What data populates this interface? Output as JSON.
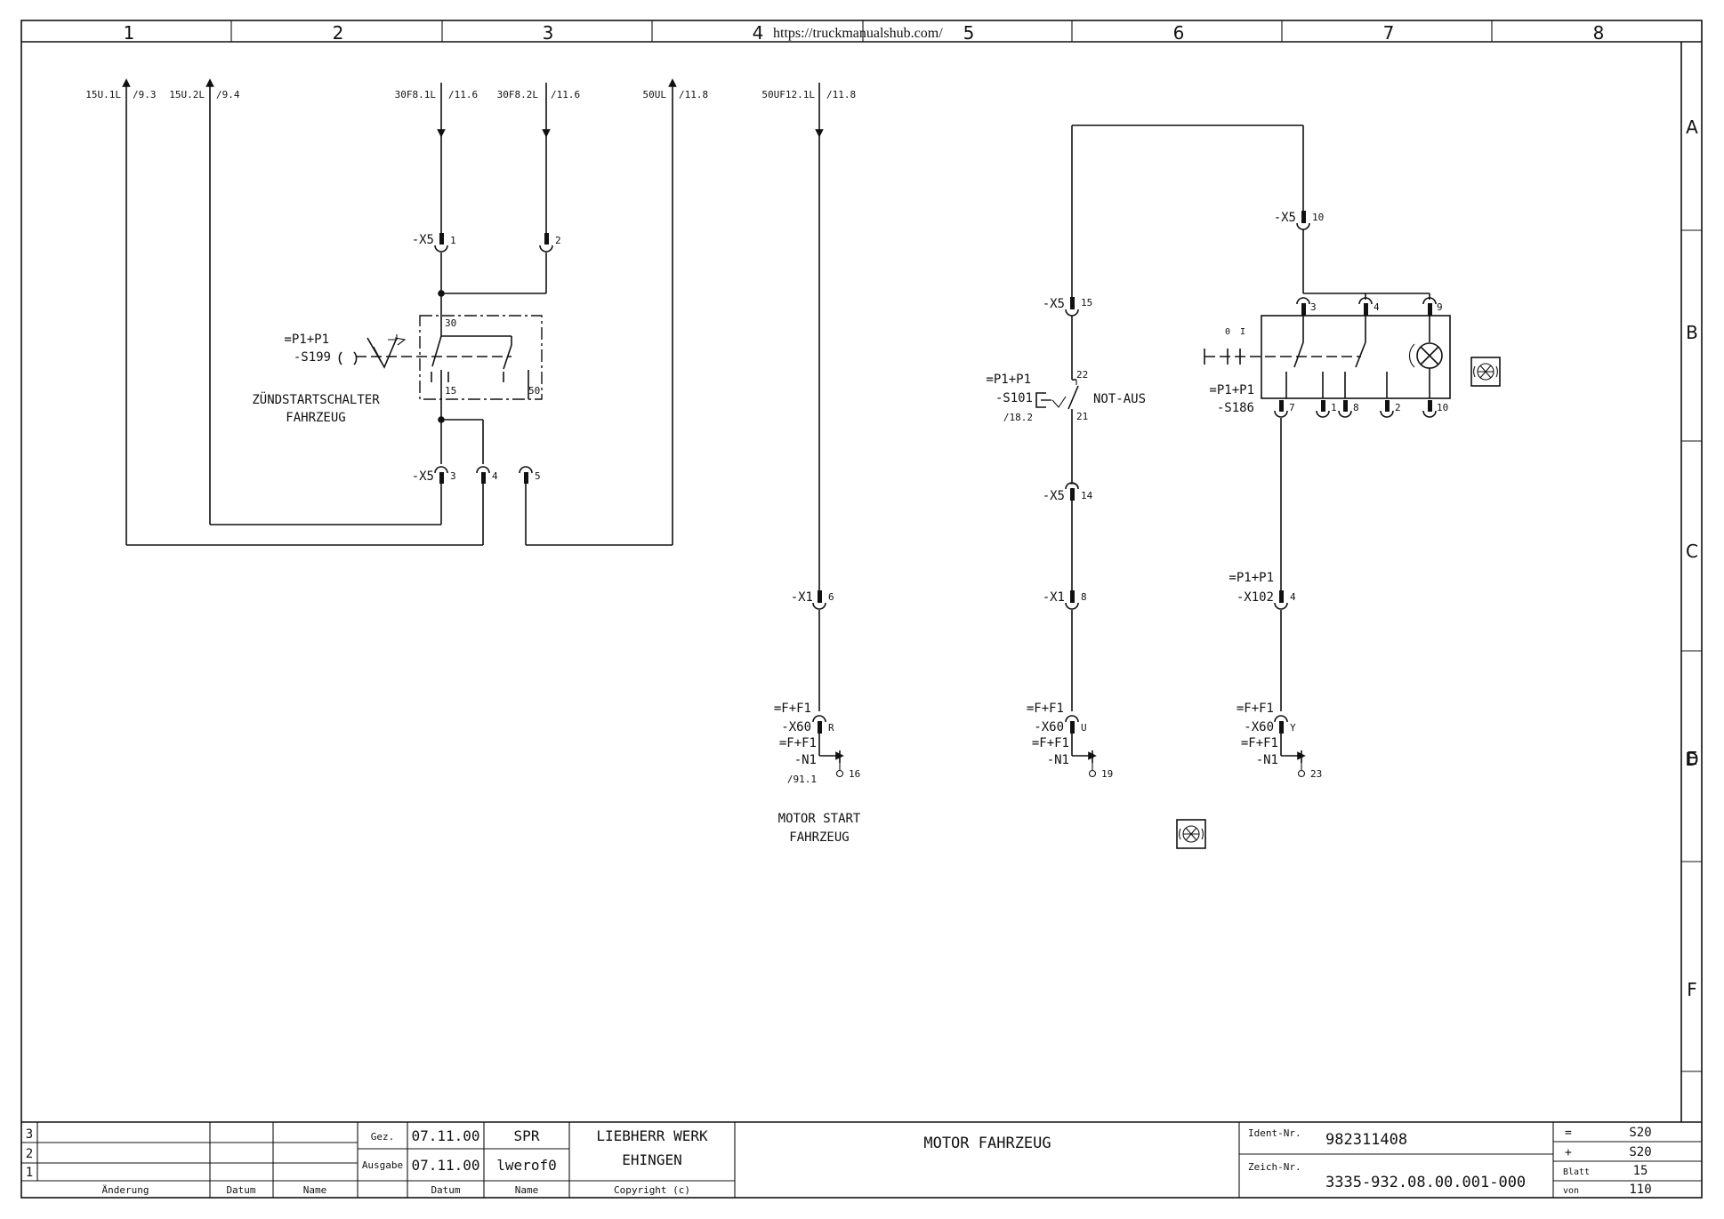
{
  "url": "https://truckmanualshub.com/",
  "columns": [
    "1",
    "2",
    "3",
    "4",
    "5",
    "6",
    "7",
    "8"
  ],
  "rows": [
    "A",
    "B",
    "C",
    "D",
    "E",
    "F"
  ],
  "refs": {
    "r1": {
      "name": "15U.1L",
      "ref": "/9.3"
    },
    "r2": {
      "name": "15U.2L",
      "ref": "/9.4"
    },
    "r3": {
      "name": "30F8.1L",
      "ref": "/11.6"
    },
    "r4": {
      "name": "30F8.2L",
      "ref": "/11.6"
    },
    "r5": {
      "name": "50UL",
      "ref": "/11.8"
    },
    "r6": {
      "name": "50UF12.1L",
      "ref": "/11.8"
    }
  },
  "labels": {
    "x5": "-X5",
    "x1": "-X1",
    "x60": "-X60",
    "x102": "-X102",
    "ff1": "=F+F1",
    "n1": "-N1",
    "pp1": "=P1+P1",
    "s199": "-S199",
    "s101": "-S101",
    "s186": "-S186",
    "ref_s101": "/18.2",
    "ref_n1": "/91.1",
    "ignition_1": "ZÜNDSTARTSCHALTER",
    "ignition_2": "FAHRZEUG",
    "motor_start_1": "MOTOR START",
    "motor_start_2": "FAHRZEUG",
    "not_aus": "NOT-AUS",
    "pos_0": "0",
    "pos_i": "I"
  },
  "pins": {
    "x5_1": "1",
    "x5_2": "2",
    "x5_3": "3",
    "x5_4": "4",
    "x5_5": "5",
    "sw_30": "30",
    "sw_15": "15",
    "sw_50": "50",
    "x1_6": "6",
    "x60_r": "R",
    "n1_16": "16",
    "x5_15": "15",
    "s101_22": "22",
    "s101_21": "21",
    "x5_14": "14",
    "x1_8": "8",
    "x60_u": "U",
    "n1_19": "19",
    "x5_10": "10",
    "s186_3": "3",
    "s186_4": "4",
    "s186_9": "9",
    "s186_7": "7",
    "s186_1": "1",
    "s186_8": "8",
    "s186_2": "2",
    "s186_10": "10",
    "x102_4": "4",
    "x60_y": "Y",
    "n1_23": "23"
  },
  "title_block": {
    "revisions": [
      "3",
      "2",
      "1"
    ],
    "rev_headers": {
      "aenderung": "Änderung",
      "datum": "Datum",
      "name": "Name"
    },
    "gez_label": "Gez.",
    "gez_date": "07.11.00",
    "gez_name": "SPR",
    "ausgabe_label": "Ausgabe",
    "ausgabe_date": "07.11.00",
    "ausgabe_name": "lwerof0",
    "datum_label": "Datum",
    "name_label": "Name",
    "company_1": "LIEBHERR WERK",
    "company_2": "EHINGEN",
    "copyright": "Copyright (c)",
    "title": "MOTOR FAHRZEUG",
    "ident_label": "Ident-Nr.",
    "ident_value": "982311408",
    "zeich_label": "Zeich-Nr.",
    "zeich_value": "3335-932.08.00.001-000",
    "eq_label": "=",
    "eq_value": "S20",
    "plus_label": "+",
    "plus_value": "S20",
    "blatt_label": "Blatt",
    "blatt_value": "15",
    "von_label": "von",
    "von_value": "110"
  }
}
